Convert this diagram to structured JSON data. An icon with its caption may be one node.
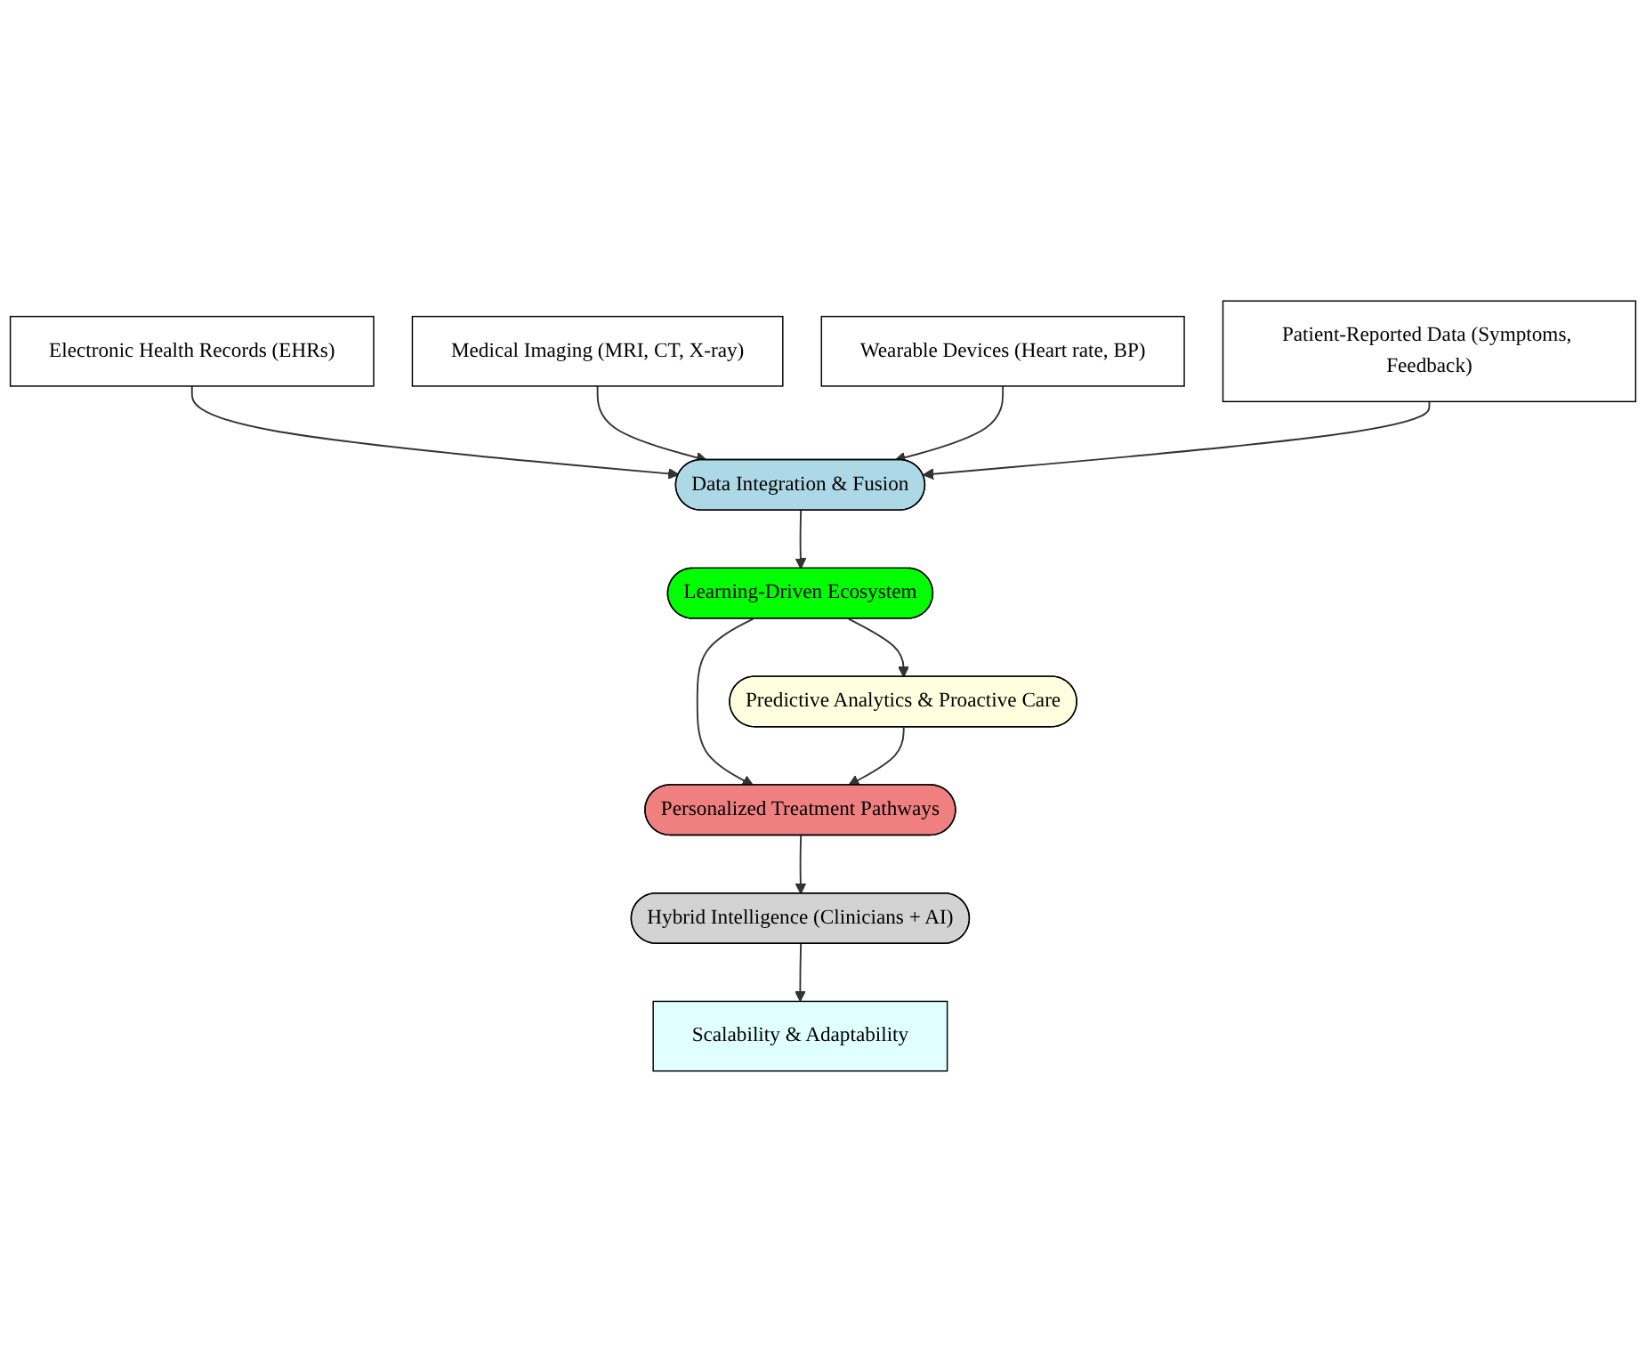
{
  "diagram": {
    "nodes": [
      {
        "text": [
          "Electronic Health Records (EHRs)"
        ]
      },
      {
        "text": [
          "Medical Imaging (MRI, CT, X-ray)"
        ]
      },
      {
        "text": [
          "Wearable Devices (Heart rate, BP)"
        ]
      },
      {
        "text": [
          "Patient-Reported Data (Symptoms, Feedback)"
        ]
      },
      {
        "text": [
          "Data Integration & Fusion"
        ]
      },
      {
        "text": [
          "Learning-Driven Ecosystem"
        ]
      },
      {
        "text": [
          "Predictive Analytics & Proactive Care"
        ]
      },
      {
        "text": [
          "Personalized Treatment Pathways"
        ]
      },
      {
        "text": [
          "Hybrid Intelligence (Clinicians + AI)"
        ]
      },
      {
        "text": [
          "Scalability & Adaptability"
        ]
      }
    ],
    "edges": [
      {
        "from": 0,
        "to": 4,
        "arrow": "to"
      },
      {
        "from": 1,
        "to": 4,
        "arrow": "to"
      },
      {
        "from": 2,
        "to": 4,
        "arrow": "to"
      },
      {
        "from": 3,
        "to": 4,
        "arrow": "to"
      },
      {
        "from": 4,
        "to": 5,
        "arrow": "to"
      },
      {
        "from": 5,
        "to": 6,
        "arrow": "to"
      },
      {
        "from": 5,
        "to": 7,
        "arrow": "to"
      },
      {
        "from": 6,
        "to": 7,
        "arrow": "to"
      },
      {
        "from": 7,
        "to": 8,
        "arrow": "to"
      },
      {
        "from": 8,
        "to": 9,
        "arrow": "to"
      }
    ]
  }
}
